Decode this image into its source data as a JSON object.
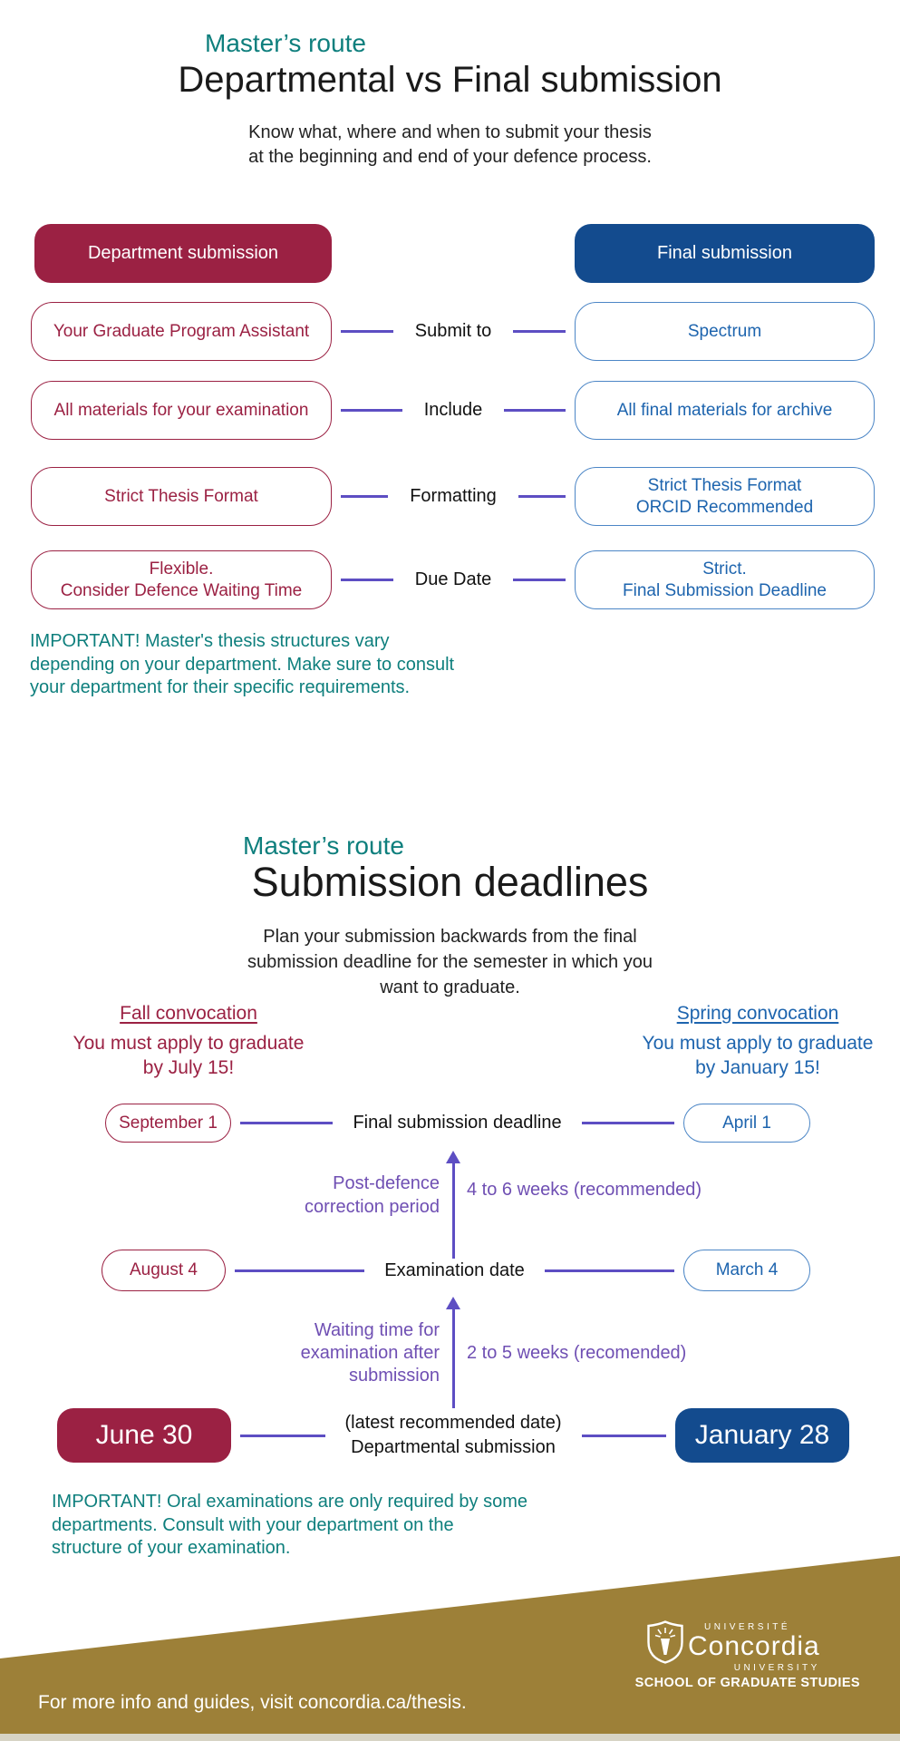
{
  "colors": {
    "maroon": "#9b2143",
    "navy": "#134b8e",
    "blue_text": "#1d64ae",
    "blue_border": "#4c86c6",
    "teal": "#0e7f7d",
    "purple_line": "#5d4ec3",
    "purple_text": "#6f4fb3",
    "gold": "#9d8038"
  },
  "section1": {
    "eyebrow": "Master’s route",
    "title": "Departmental vs Final submission",
    "subtitle": "Know what, where and when to submit your thesis\nat the beginning and end of your defence process.",
    "left_header": "Department submission",
    "right_header": "Final submission",
    "rows": [
      {
        "left": "Your Graduate Program Assistant",
        "label": "Submit to",
        "right": "Spectrum"
      },
      {
        "left": "All materials for your examination",
        "label": "Include",
        "right": "All final materials for archive"
      },
      {
        "left": "Strict Thesis Format",
        "label": "Formatting",
        "right": "Strict Thesis Format\nORCID Recommended"
      },
      {
        "left": "Flexible.\nConsider Defence Waiting Time",
        "label": "Due Date",
        "right": "Strict.\nFinal Submission Deadline"
      }
    ],
    "important_note": "IMPORTANT! Master's thesis structures vary\ndepending on your department. Make sure to consult\nyour department for their specific requirements."
  },
  "section2": {
    "eyebrow": "Master’s route",
    "title": "Submission deadlines",
    "subtitle": "Plan your submission backwards from the final\nsubmission deadline for the semester in which you\nwant to graduate.",
    "fall": {
      "heading": "Fall convocation",
      "note": "You must apply to graduate\nby July 15!"
    },
    "spring": {
      "heading": "Spring convocation",
      "note": "You must apply to graduate\nby January 15!"
    },
    "timeline": {
      "final_row": {
        "left_date": "September 1",
        "label": "Final submission deadline",
        "right_date": "April 1"
      },
      "gap1": {
        "side_label": "Post-defence\ncorrection period",
        "duration": "4 to 6 weeks (recommended)"
      },
      "exam_row": {
        "left_date": "August 4",
        "label": "Examination date",
        "right_date": "March 4"
      },
      "gap2": {
        "side_label": "Waiting time for\nexamination after\nsubmission",
        "duration": "2 to 5 weeks (recomended)"
      },
      "dept_row": {
        "left_date": "June 30",
        "label_note": "(latest recommended date)",
        "label": "Departmental submission",
        "right_date": "January 28"
      }
    },
    "important_note": "IMPORTANT! Oral examinations are only required by some\ndepartments. Consult with your department on the\nstructure of your examination."
  },
  "footer": {
    "logo_top": "UNIVERSITÉ",
    "logo_name": "Concordia",
    "logo_bottom": "UNIVERSITY",
    "logo_unit": "SCHOOL OF GRADUATE STUDIES",
    "info": "For more info and guides, visit concordia.ca/thesis."
  }
}
